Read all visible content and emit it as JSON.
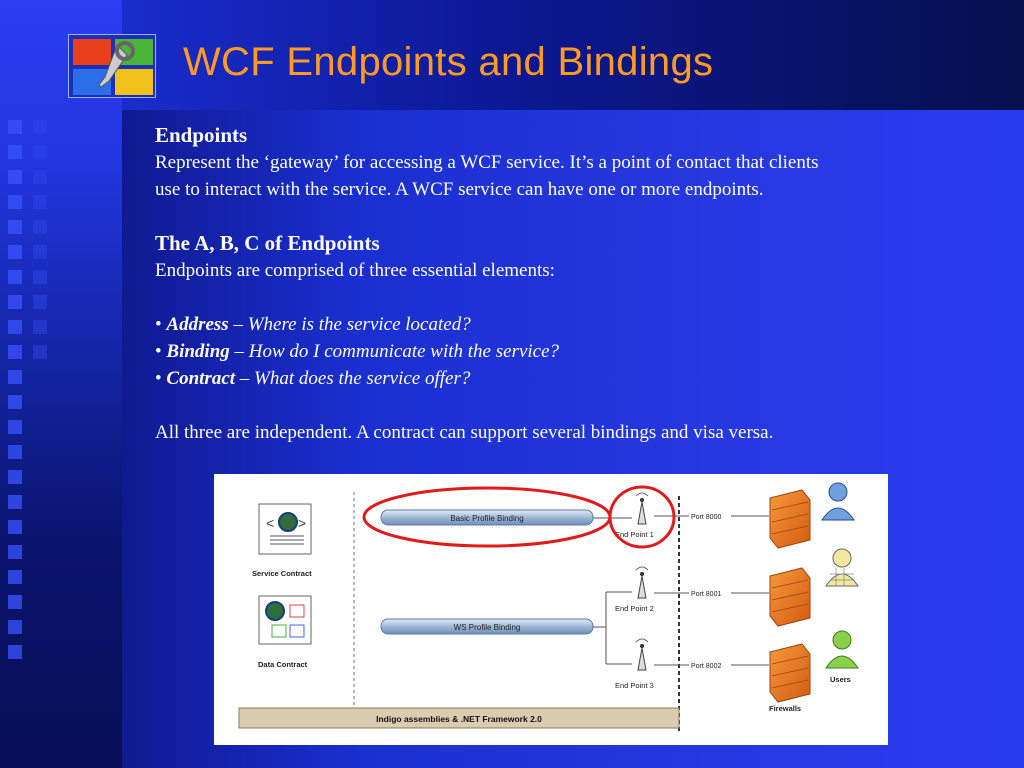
{
  "slide": {
    "title": "WCF Endpoints and Bindings",
    "section1_heading": "Endpoints",
    "section1_line1": "Represent the ‘gateway’ for accessing a WCF service. It’s a point of contact that clients",
    "section1_line2": "use to interact with the service. A WCF service can have one or more endpoints.",
    "section2_heading": "The A, B, C of Endpoints",
    "section2_intro": "Endpoints are comprised of three essential elements:",
    "bullets": [
      {
        "marker": "•",
        "term": "Address",
        "desc": " – Where is the service located?"
      },
      {
        "marker": "•",
        "term": "Binding",
        "desc": " – How do I communicate with the service?"
      },
      {
        "marker": "•",
        "term": "Contract",
        "desc": " – What does the service offer?"
      }
    ],
    "closing": "All three are independent. A contract can support several bindings and visa versa."
  },
  "diagram": {
    "service_contract_label": "Service Contract",
    "data_contract_label": "Data Contract",
    "basic_binding_label": "Basic Profile Binding",
    "ws_binding_label": "WS Profile Binding",
    "endpoints": [
      "End Point 1",
      "End Point 2",
      "End Point 3"
    ],
    "ports": [
      "Port 8000",
      "Port 8001",
      "Port 8002"
    ],
    "users_label": "Users",
    "firewalls_label": "Firewalls",
    "framework_label": "Indigo assemblies & .NET Framework 2.0",
    "colors": {
      "highlight": "#e01b1b",
      "firewall": "#e8731c",
      "pipe": "#9fb8d8",
      "framework_bar": "#d9ccb0"
    }
  }
}
